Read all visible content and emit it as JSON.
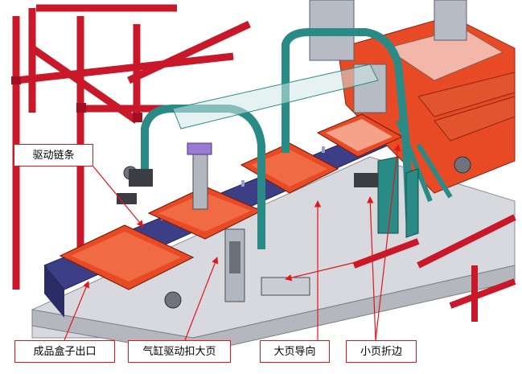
{
  "colors": {
    "frame_red": "#c8182a",
    "box_orange": "#e84a26",
    "guide_teal": "#2a8a86",
    "base_gray": "#c9ccd2",
    "chain_blue": "#3c3e86",
    "callout_border": "#e0161b"
  },
  "callouts": {
    "drive_chain": "驱动链条",
    "finished_box_exit": "成品盒子出口",
    "cylinder_drive": "气缸驱动扣大页",
    "large_page_guide": "大页导向",
    "small_page_fold": "小页折边"
  }
}
